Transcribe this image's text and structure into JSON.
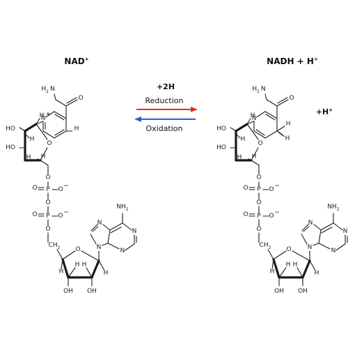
{
  "titles": {
    "left": "NAD",
    "left_sup": "+",
    "right": "NADH + H",
    "right_sup": "+"
  },
  "reaction": {
    "reagent": "+2H",
    "forward": "Reduction",
    "reverse": "Oxidation",
    "product_extra": "+H",
    "product_extra_sup": "+"
  },
  "atoms": {
    "oxygen": "O",
    "nitrogen": "N",
    "nitrogen_plus": "+",
    "hydrogen": "H",
    "phosphorus": "P",
    "amide": "H2N",
    "amine": "NH2",
    "hydroxyl": "HO",
    "hydroxyl_r": "OH",
    "methylene": "CH2",
    "charge_neg": "−"
  },
  "colors": {
    "oxygen": "#e0302a",
    "nitrogen": "#2a4cd7",
    "phosphorus": "#e08a1e",
    "bond": "#1a1a1a",
    "reduction_arrow": "#e0302a",
    "oxidation_arrow": "#2a5bd7"
  }
}
